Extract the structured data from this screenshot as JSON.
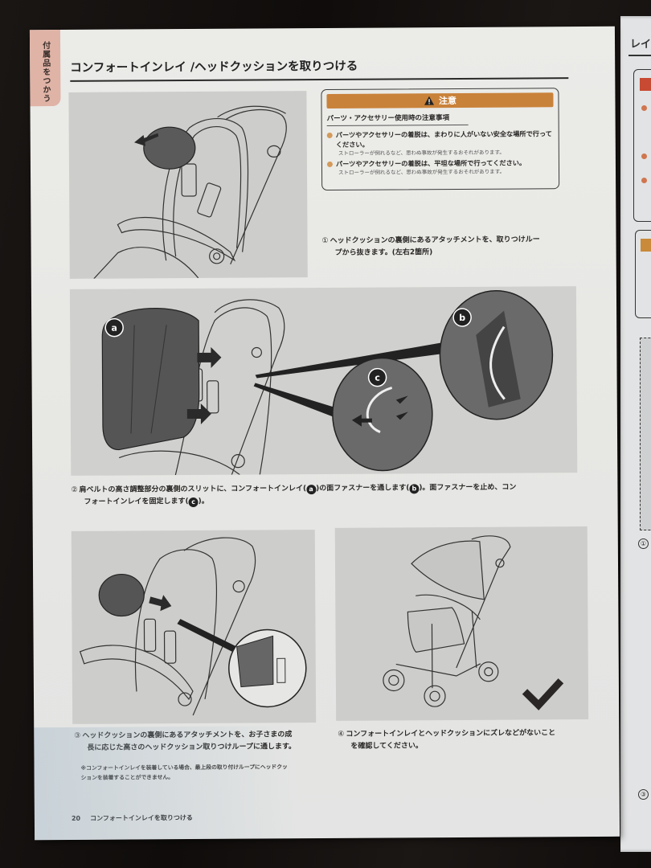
{
  "page": {
    "side_tab": "付属品をつかう",
    "title": "コンフォートインレイ /ヘッドクッションを取りつける",
    "page_number": "20",
    "footer_title": "コンフォートインレイを取りつける"
  },
  "caution": {
    "header": "注意",
    "icon": "warning-triangle-icon",
    "subtitle": "パーツ・アクセサリー使用時の注意事項",
    "items": [
      {
        "text": "パーツやアクセサリーの着脱は、まわりに人がいない安全な場所で行ってください。",
        "note": "ストローラーが倒れるなど、思わぬ事故が発生するおそれがあります。"
      },
      {
        "text": "パーツやアクセサリーの着脱は、平坦な場所で行ってください。",
        "note": "ストローラーが倒れるなど、思わぬ事故が発生するおそれがあります。"
      }
    ],
    "header_color": "#c9823a",
    "bullet_color": "#d49a5a"
  },
  "steps": [
    {
      "num": "①",
      "line1": "ヘッドクッションの裏側にあるアタッチメントを、取りつけルー",
      "line2": "プから抜きます。(左右2箇所)"
    },
    {
      "num": "②",
      "part1": "肩ベルトの高さ調整部分の裏側のスリットに、コンフォートインレイ(",
      "badge_a": "a",
      "part2": ")の面ファスナーを通します(",
      "badge_b": "b",
      "part3": ")。面ファスナーを止め、コン",
      "line2a": "フォートインレイを固定します(",
      "badge_c": "c",
      "line2b": ")。"
    },
    {
      "num": "③",
      "line1": "ヘッドクッションの裏側にあるアタッチメントを、お子さまの成",
      "line2": "長に応じた高さのヘッドクッション取りつけループに通します。",
      "note1": "※コンフォートインレイを装着している場合、最上段の取り付けループにヘッドクッ",
      "note2": "ションを装着することができません。"
    },
    {
      "num": "④",
      "line1": "コンフォートインレイとヘッドクッションにズレなどがないこと",
      "line2": "を確認してください。"
    }
  ],
  "illustrations": {
    "step1": "Headcushion removed from stroller seat (arrow pointing left)",
    "step2": {
      "labels": [
        "a",
        "b",
        "c"
      ],
      "description": "Comfort inlay attached to shoulder belt slits with detail circles b and c"
    },
    "step3": "Headcushion attached to loop, detail circle",
    "step4": "Complete stroller with check mark"
  },
  "right_page": {
    "title_fragment": "レイ",
    "marker_1": "①",
    "marker_3": "③"
  }
}
